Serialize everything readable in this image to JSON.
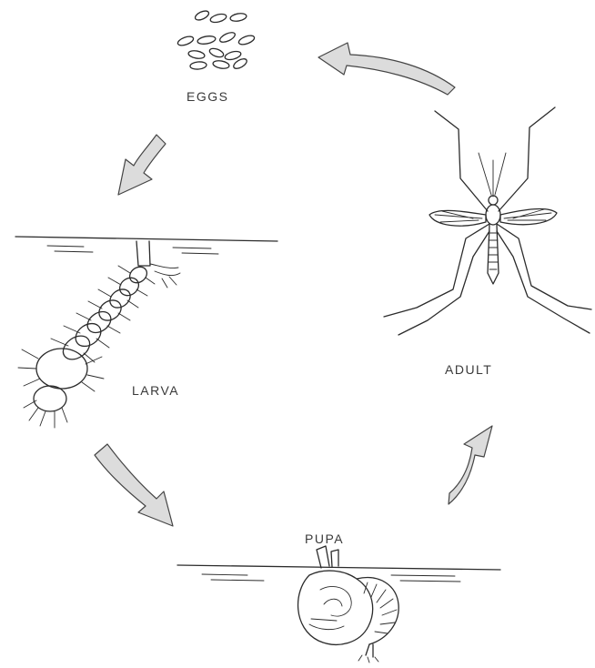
{
  "stages": {
    "eggs": "EGGS",
    "larva": "LARVA",
    "pupa": "PUPA",
    "adult": "ADULT"
  }
}
